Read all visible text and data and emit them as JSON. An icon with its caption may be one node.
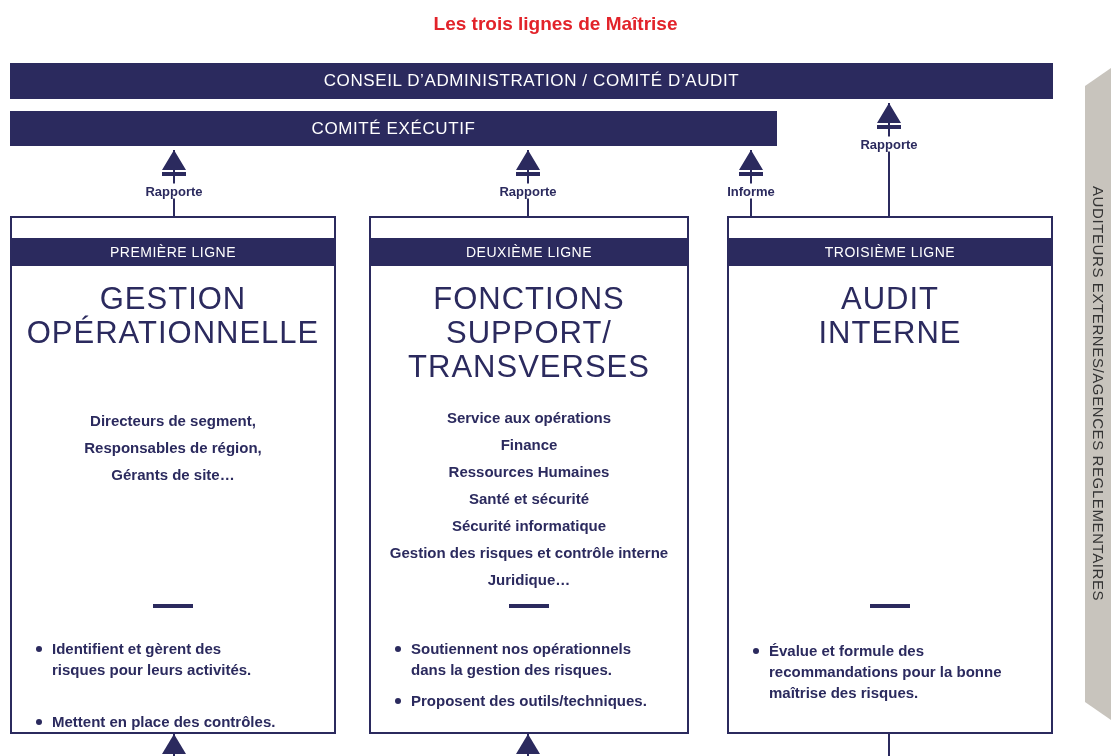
{
  "diagram": {
    "title": "Les trois lignes de Maîtrise",
    "nodes": [
      {
        "text": [
          "CONSEIL D’ADMINISTRATION / COMITÉ D’AUDIT"
        ]
      },
      {
        "text": [
          "COMITÉ EXÉCUTIF"
        ]
      },
      {
        "text": [
          "PREMIÈRE LIGNE",
          "GESTION OPÉRATIONNELLE",
          "Directeurs de segment, Responsables de région, Gérants de site…",
          "Identifient et gèrent des risques pour leurs activités.",
          "Mettent en place des contrôles."
        ]
      },
      {
        "text": [
          "DEUXIÈME LIGNE",
          "FONCTIONS SUPPORT/ TRANSVERSES",
          "Service aux opérations",
          "Finance",
          "Ressources Humaines",
          "Santé et sécurité",
          "Sécurité informatique",
          "Gestion des risques et contrôle interne",
          "Juridique…",
          "Soutiennent nos opérationnels dans la gestion des risques.",
          "Proposent des outils/techniques."
        ]
      },
      {
        "text": [
          "TROISIÈME LIGNE",
          "AUDIT INTERNE",
          "Évalue et formule des recommandations pour la bonne maîtrise des risques."
        ]
      },
      {
        "text": [
          "AUDITEURS EXTERNES/AGENCES REGLEMENTAIRES"
        ]
      }
    ],
    "edges": [
      {
        "from": 2,
        "to": 1,
        "arrow": "to",
        "label": "Rapporte"
      },
      {
        "from": 3,
        "to": 1,
        "arrow": "to",
        "label": "Rapporte"
      },
      {
        "from": 4,
        "to": 1,
        "arrow": "to",
        "label": "Informe"
      },
      {
        "from": 4,
        "to": 0,
        "arrow": "to",
        "label": "Rapporte"
      },
      {
        "from": null,
        "to": 2,
        "arrow": "to"
      },
      {
        "from": null,
        "to": 3,
        "arrow": "to"
      },
      {
        "from": 4,
        "to": null,
        "arrow": "none"
      }
    ]
  }
}
